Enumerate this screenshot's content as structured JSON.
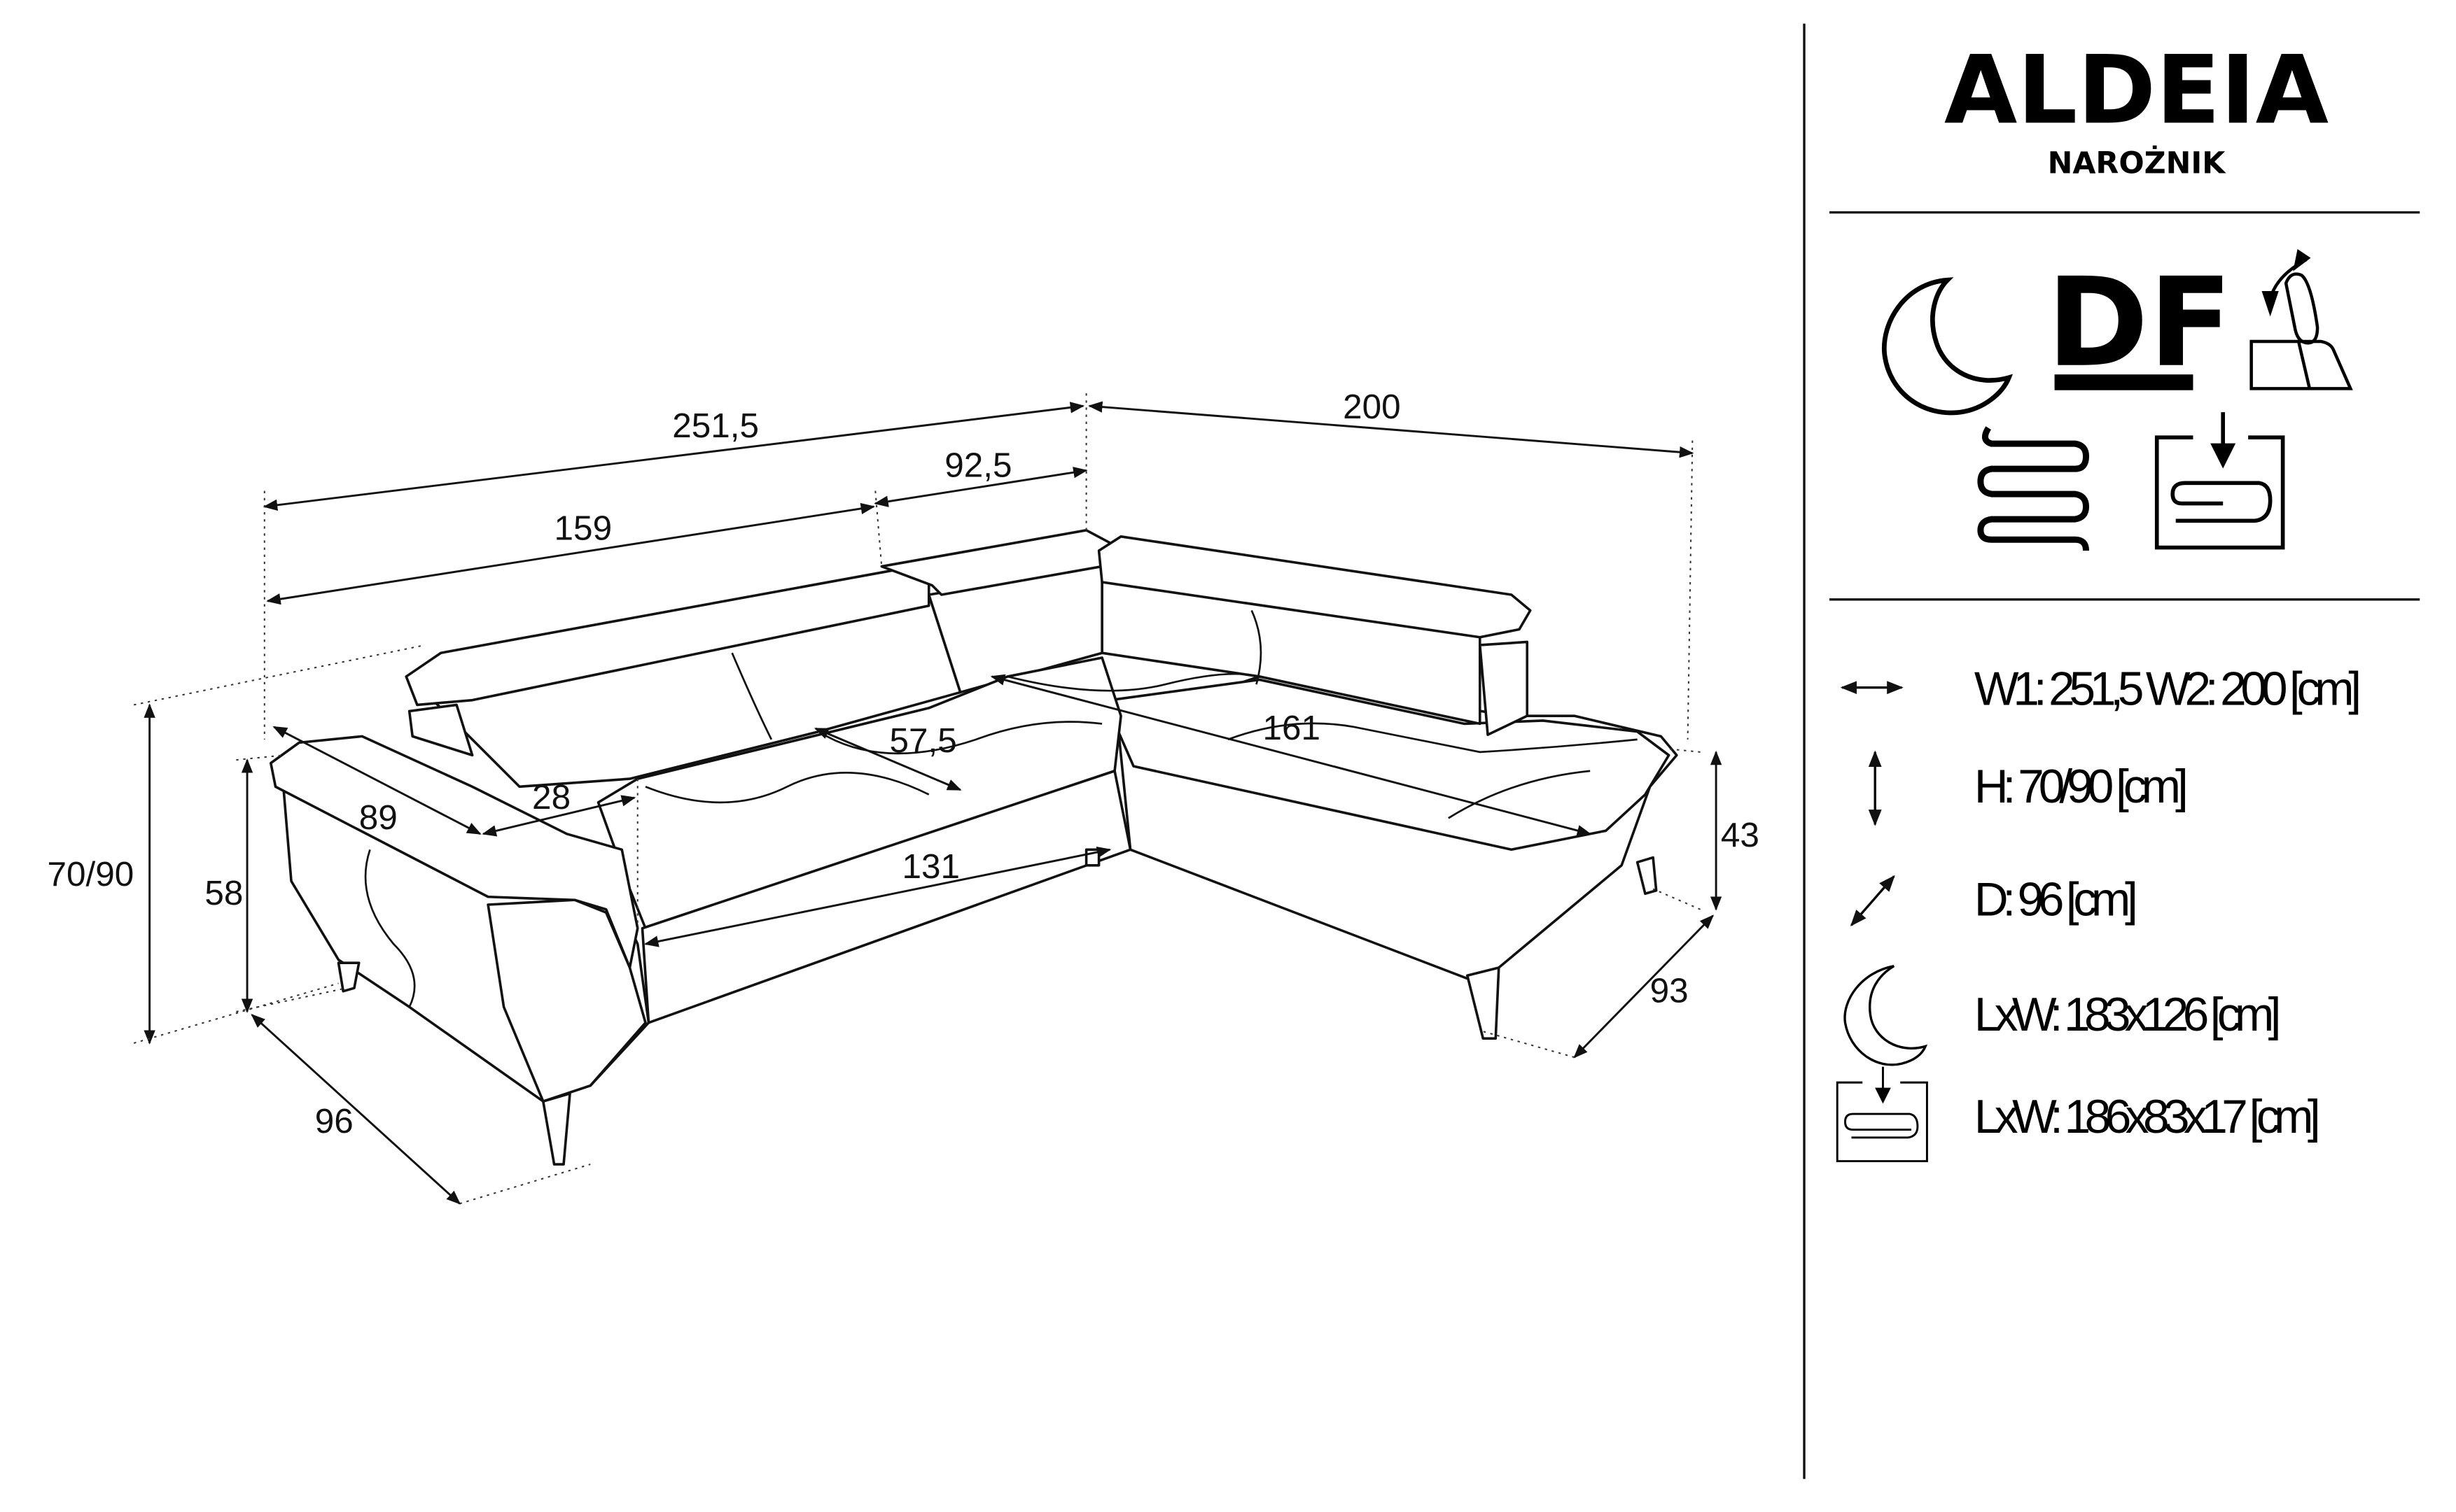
{
  "product": {
    "name": "ALDEIA",
    "type": "NAROŻNIK"
  },
  "features": [
    {
      "icon": "sleep-function-moon-icon"
    },
    {
      "icon": "df-logo-icon",
      "label": "DF"
    },
    {
      "icon": "adjustable-headrest-icon"
    },
    {
      "icon": "spring-icon"
    },
    {
      "icon": "storage-container-icon"
    }
  ],
  "specs": [
    {
      "icon": "horizontal-arrow-icon",
      "text": "W1: 251,5 W2: 200 [cm]"
    },
    {
      "icon": "vertical-arrow-icon",
      "text": "H: 70/90 [cm]"
    },
    {
      "icon": "diagonal-arrow-icon",
      "text": "D: 96 [cm]"
    },
    {
      "icon": "moon-icon",
      "text": "LxW: 183x126 [cm]"
    },
    {
      "icon": "storage-icon",
      "text": "LxW: 186x83x17 [cm]"
    }
  ],
  "dimensions": {
    "w1": "251,5",
    "w2": "200",
    "headrest_corner": "92,5",
    "back_left": "159",
    "height_total": "70/90",
    "armrest_height": "58",
    "depth": "96",
    "seat_height": "43",
    "right_depth": "93",
    "armrest_length": "89",
    "armrest_width": "28",
    "seat_depth": "57,5",
    "right_seat": "161",
    "seat_length": "131"
  }
}
